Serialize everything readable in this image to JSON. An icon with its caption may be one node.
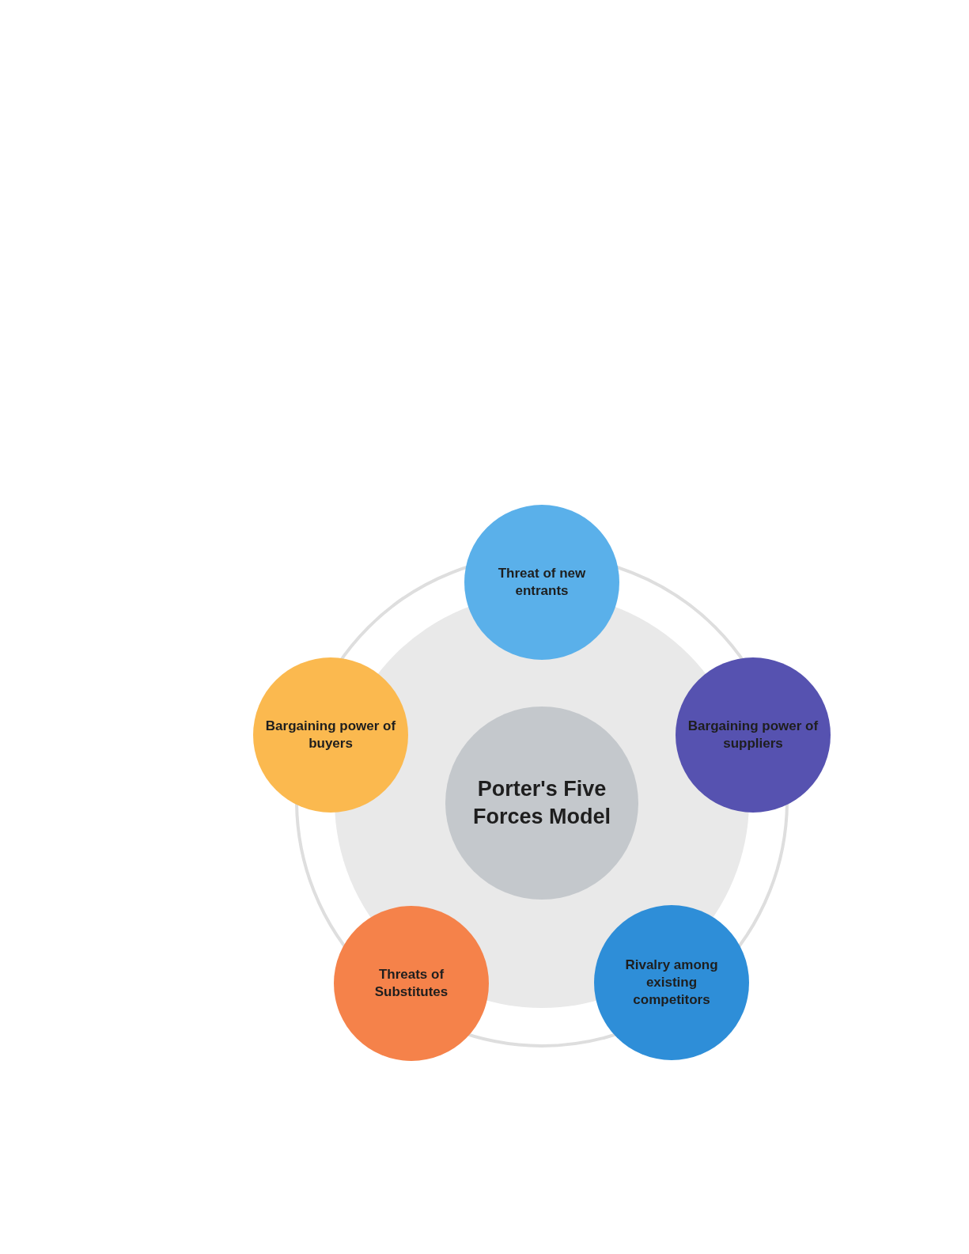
{
  "diagram": {
    "nodes": [
      {
        "text": [
          "Porter's Five Forces Model"
        ]
      },
      {
        "text": [
          "Threat of new entrants"
        ]
      },
      {
        "text": [
          "Bargaining power of buyers"
        ]
      },
      {
        "text": [
          "Bargaining power of suppliers"
        ]
      },
      {
        "text": [
          "Threats of Substitutes"
        ]
      },
      {
        "text": [
          "Rivalry among existing competitors"
        ]
      }
    ]
  }
}
